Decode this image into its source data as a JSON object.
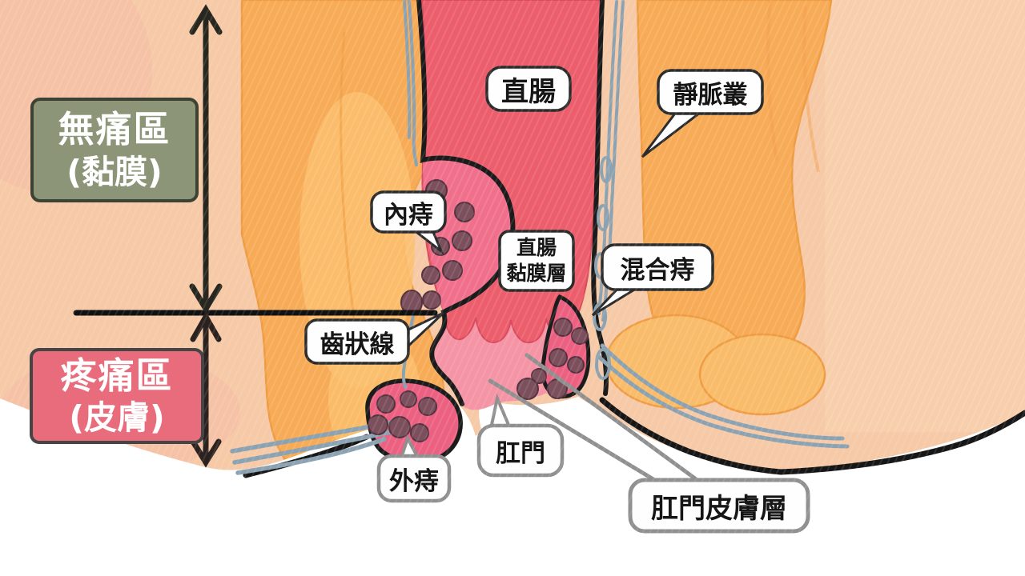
{
  "diagram": {
    "description": "Anatomical cross-section diagram of the rectum and anal canal showing hemorrhoid types (Traditional Chinese)",
    "zones": {
      "painless": {
        "line1": "無痛區",
        "line2": "(黏膜)",
        "box_color": "#8c9577"
      },
      "painful": {
        "line1": "疼痛區",
        "line2": "(皮膚)",
        "box_color": "#e96c7c"
      }
    },
    "labels": {
      "rectum": "直腸",
      "venous_plexus": "靜脈叢",
      "internal_hemorrhoid": "內痔",
      "rectal_mucosa_line1": "直腸",
      "rectal_mucosa_line2": "黏膜層",
      "mixed_hemorrhoid": "混合痔",
      "dentate_line": "齒狀線",
      "external_hemorrhoid": "外痔",
      "anus": "肛門",
      "anal_skin_layer": "肛門皮膚層"
    },
    "colors": {
      "background_peach": "#f6c9a7",
      "muscle_orange": "#f7ab57",
      "muscle_orange_light": "#f9bc6a",
      "rectum_red": "#ec5e6c",
      "anal_canal_pink": "#f494a5",
      "hemorrhoid_pink": "#ee6a85",
      "hemorrhoid_dot": "#7b4f5c",
      "vein_gray_blue": "#8aa2b1",
      "outline_black": "#1b1b1b",
      "bubble_fill": "#fefefe",
      "bubble_border_dark": "#2b2b2b",
      "bubble_border_gray": "#909090",
      "body_white": "#ffffff"
    }
  }
}
